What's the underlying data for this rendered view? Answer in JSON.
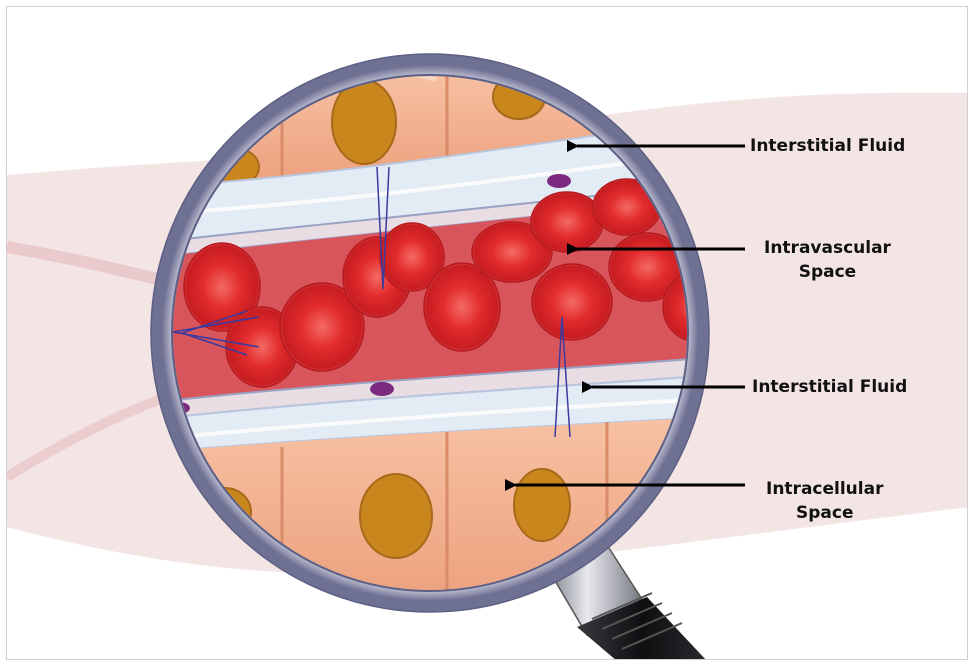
{
  "labels": {
    "interstitial_top": "Interstitial Fluid",
    "intravascular": "Intravascular\nSpace",
    "interstitial_bottom": "Interstitial Fluid",
    "intracellular": "Intracellular\nSpace"
  },
  "colors": {
    "cell": "#f3b08f",
    "nucleus": "#c9861c",
    "blood_cell": "#e3272a",
    "plasma": "#d9555c",
    "interstitial": "#dfe8f3",
    "skin": "#f3e3e3",
    "magnifier_rim": "#c9cbe0",
    "handle": "#1c1c1e",
    "arrow": "#000000"
  }
}
